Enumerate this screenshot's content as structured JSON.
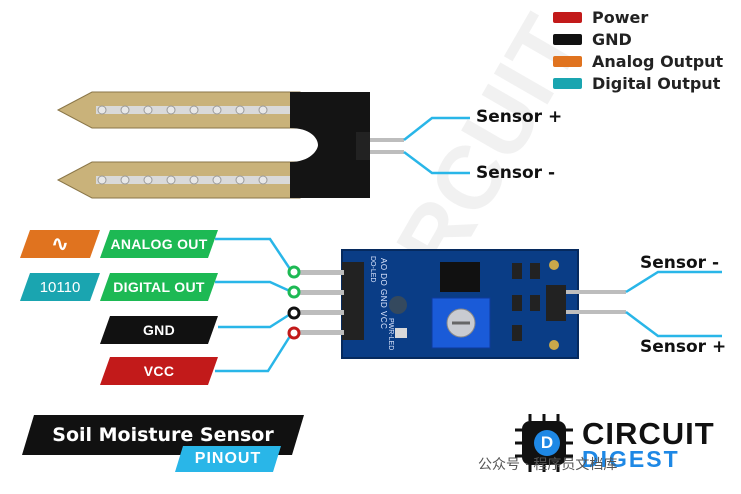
{
  "legend": [
    {
      "label": "Power",
      "color": "#c21a1a"
    },
    {
      "label": "GND",
      "color": "#111111"
    },
    {
      "label": "Analog Output",
      "color": "#e0731f"
    },
    {
      "label": "Digital Output",
      "color": "#1aa5b0"
    }
  ],
  "probe_labels": {
    "plus": "Sensor +",
    "minus": "Sensor -"
  },
  "module_labels": {
    "minus": "Sensor -",
    "plus": "Sensor +"
  },
  "pins": [
    {
      "label": "ANALOG OUT",
      "color": "#1db954",
      "icon_color": "#e0731f",
      "icon_text": "∿"
    },
    {
      "label": "DIGITAL OUT",
      "color": "#1db954",
      "icon_color": "#1aa5b0",
      "icon_text": "10110"
    },
    {
      "label": "GND",
      "color": "#111111"
    },
    {
      "label": "VCC",
      "color": "#c21a1a"
    }
  ],
  "board_silkscreen": {
    "top": "DO-LED",
    "pins_text": "AO DO GND VCC",
    "bottom": "PWR-LED"
  },
  "title": "Soil Moisture Sensor",
  "subtitle": "PINOUT",
  "brand": {
    "word1": "CIRCUIT",
    "word2": "DIGEST",
    "logo_letter": "D"
  },
  "watermark": "公众号 · 程序员文档库"
}
